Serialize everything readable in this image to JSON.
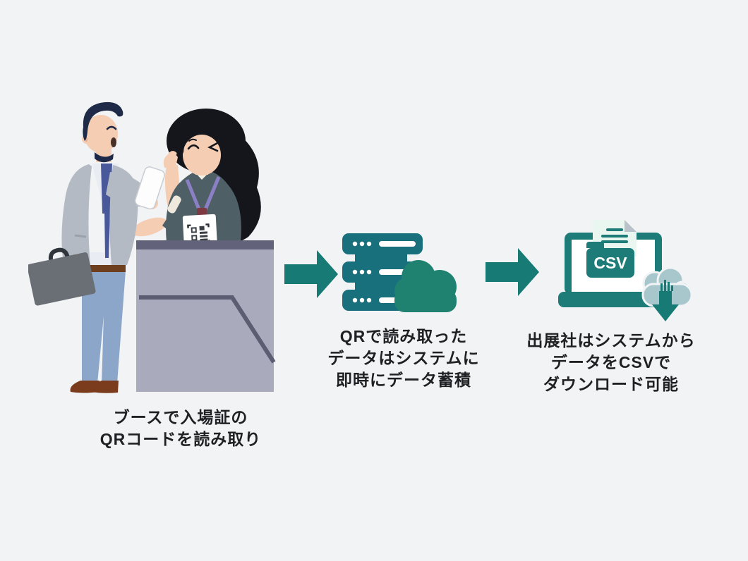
{
  "colors": {
    "background": "#f1f3f5",
    "arrow": "#177a74",
    "server": "#17707c",
    "server_cloud": "#1f8170",
    "laptop": "#1d7c78",
    "document_bg": "#e9f7f0",
    "document_fold": "#b9c1c9",
    "download_cloud": "#a8c7cd",
    "caption_text": "#1f2023",
    "desk": "#a9abbc",
    "desk_top": "#62637a"
  },
  "steps": [
    {
      "name": "scan-at-booth",
      "caption_lines": [
        "ブースで入場証の",
        "QRコードを読み取り"
      ]
    },
    {
      "name": "store-data",
      "caption_lines": [
        "QRで読み取った",
        "データはシステムに",
        "即時にデータ蓄積"
      ]
    },
    {
      "name": "csv-download",
      "caption_lines": [
        "出展社はシステムから",
        "データをCSVで",
        "ダウンロード可能"
      ],
      "csv_label": "CSV"
    }
  ]
}
